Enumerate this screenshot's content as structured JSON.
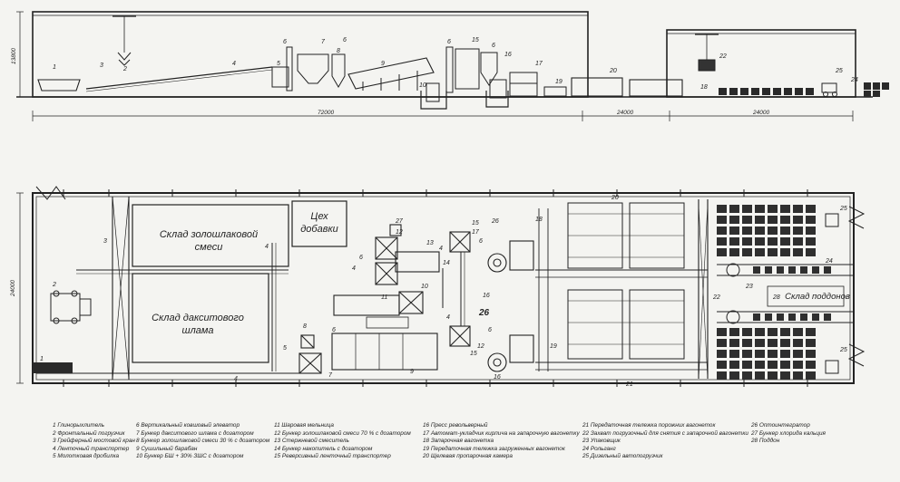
{
  "section": {
    "height_dim": "13800",
    "dims": [
      "72000",
      "24000",
      "24000"
    ],
    "labels": [
      "1",
      "2",
      "3",
      "4",
      "5",
      "6",
      "7",
      "6",
      "8",
      "9",
      "10",
      "6",
      "15",
      "6",
      "16",
      "17",
      "20",
      "19",
      "18",
      "22",
      "25",
      "24"
    ]
  },
  "plan": {
    "width_dim": "24000",
    "rooms": {
      "ash_mix": [
        "Склад золошлаковой",
        "смеси"
      ],
      "additives": [
        "Цех",
        "добавки"
      ],
      "daksite": [
        "Склад дакситового",
        "шлама"
      ],
      "pallets": "Склад поддонов"
    },
    "callout": "26",
    "labels": [
      "1",
      "2",
      "3",
      "4",
      "4",
      "4",
      "4",
      "4",
      "5",
      "6",
      "6",
      "6",
      "6",
      "7",
      "8",
      "9",
      "10",
      "11",
      "12",
      "12",
      "13",
      "14",
      "15",
      "15",
      "16",
      "16",
      "17",
      "18",
      "19",
      "20",
      "21",
      "22",
      "23",
      "24",
      "25",
      "25",
      "26",
      "27",
      "28"
    ]
  },
  "legend": [
    [
      "1 Глинорыхлитель",
      "2 Фронтальный погрузчик",
      "3 Грейферный мостовой кран",
      "4 Ленточный транспортер",
      "5 Молотковая дробилка"
    ],
    [
      "6 Вертикальный ковшовый элеватор",
      "7 Бункер дакситового шлама с дозатором",
      "8 Бункер золошлаковой смеси 30 % с дозатором",
      "9 Сушильный барабан",
      "10 Бункер БШ + 30% ЗШС с дозатором"
    ],
    [
      "11 Шаровая мельница",
      "12 Бункер золошлаковой смеси 70 % с дозатором",
      "13 Стержневой смеситель",
      "14 Бункер накопитель с дозатором",
      "15 Реверсивный ленточный транспортер"
    ],
    [
      "16 Пресс револьверный",
      "17 Автомат-укладчик кирпича на запарочную вагонетку",
      "18 Запарочная вагонетка",
      "19 Передаточная тележка загруженных вагонеток",
      "20 Щелевая пропарочная камера"
    ],
    [
      "21 Передаточная тележка порожних вагонеток",
      "22 Захват погрузочный для снятия с запарочной вагонетки",
      "23 Упаковщик",
      "24 Рольганг",
      "25 Дизельный автопогрузчик"
    ],
    [
      "26 Оптоинтегратор",
      "27 Бункер хлорида кальция",
      "28 Поддон"
    ]
  ]
}
